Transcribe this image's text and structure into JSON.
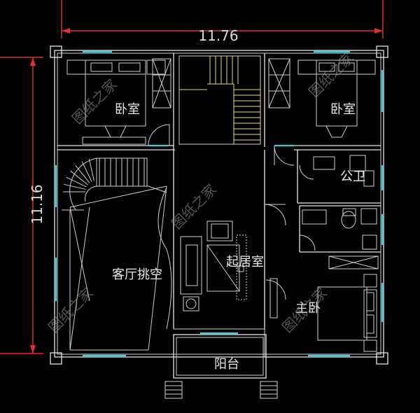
{
  "dimensions": {
    "width_label": "11.76",
    "height_label": "11.16"
  },
  "rooms": {
    "bedroom_nw": "卧室",
    "bedroom_ne": "卧室",
    "public_bath": "公卫",
    "living_void": "客厅挑空",
    "family_room": "起居室",
    "master_bedroom": "主卧",
    "balcony": "阳台"
  },
  "watermark": "图纸之家",
  "colors": {
    "background": "#000000",
    "walls": "#e6e6e6",
    "dimension_lines": "#e03030",
    "windows": "#36d0e6",
    "stairs": "#e8e060"
  }
}
